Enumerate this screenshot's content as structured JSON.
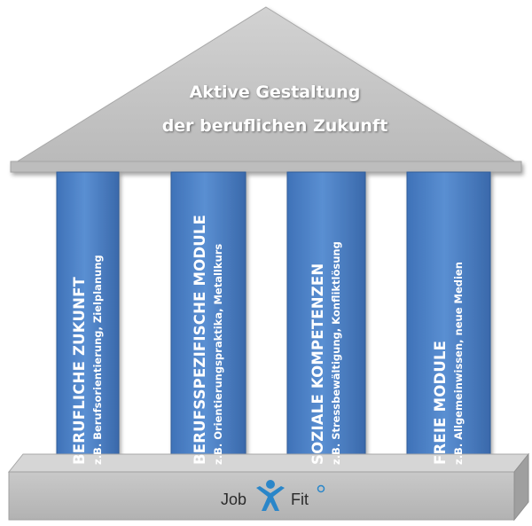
{
  "colors": {
    "pillar": "#4a7ec4",
    "pillar_edge": "#2f5c99",
    "roof": "#c4c4c4",
    "base": "#bdbdbd",
    "logo_accent": "#2a86c9"
  },
  "roof": {
    "line1": "Aktive Gestaltung",
    "line2": "der beruflichen Zukunft"
  },
  "pillars": [
    {
      "title": "BERUFLICHE ZUKUNFT",
      "subtitle": "z.B. Berufsorientierung, Zielplanung"
    },
    {
      "title": "BERUFSSPEZIFISCHE MODULE",
      "subtitle": "z.B. Orientierungspraktika, Metallkurs"
    },
    {
      "title": "SOZIALE KOMPETENZEN",
      "subtitle": "z.B. Stressbewältigung, Konfliktlösung"
    },
    {
      "title": "FREIE MODULE",
      "subtitle": "z.B. Allgemeinwissen, neue Medien"
    }
  ],
  "logo": {
    "word1": "Job",
    "word2": "Fit",
    "icon": "person-jumping-icon"
  }
}
